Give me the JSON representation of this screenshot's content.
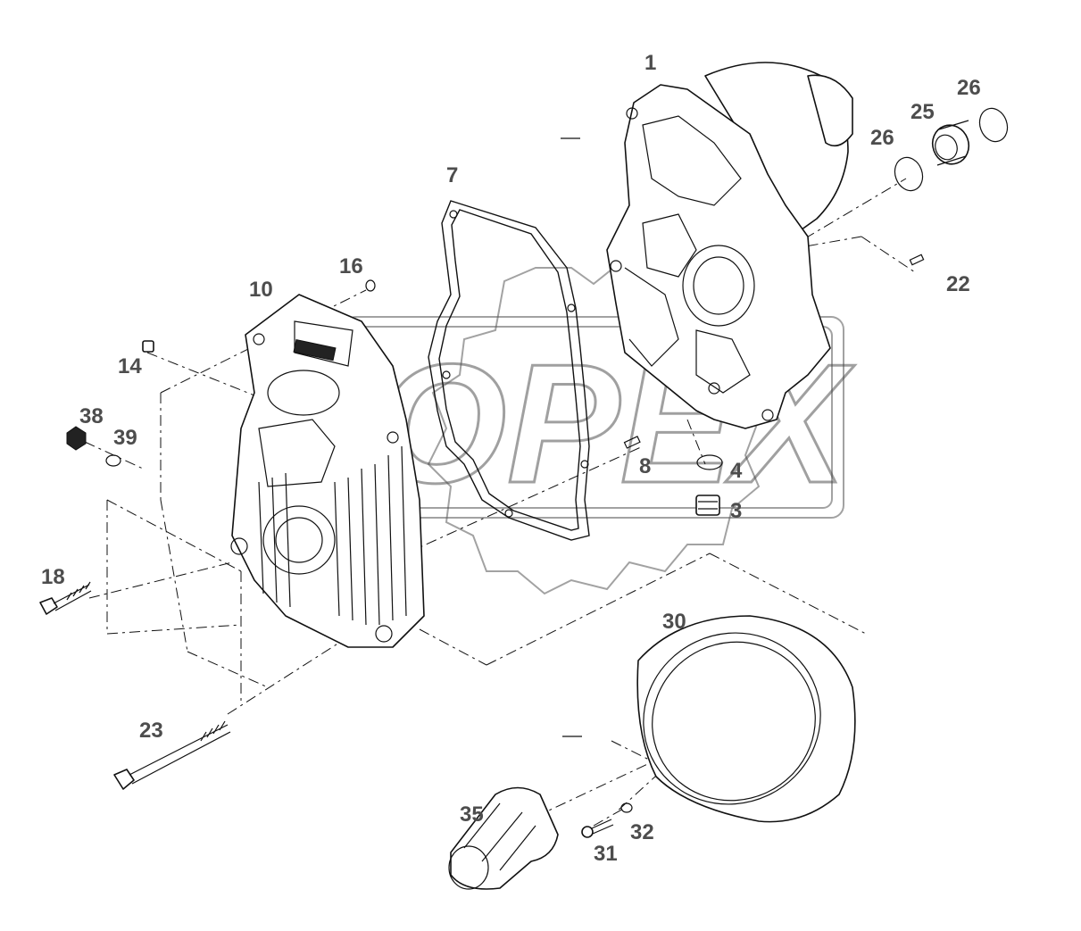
{
  "watermark": {
    "text": "OPEX"
  },
  "callouts": [
    {
      "id": "1",
      "label": "1"
    },
    {
      "id": "3",
      "label": "3"
    },
    {
      "id": "4",
      "label": "4"
    },
    {
      "id": "7",
      "label": "7"
    },
    {
      "id": "8",
      "label": "8"
    },
    {
      "id": "10",
      "label": "10"
    },
    {
      "id": "14",
      "label": "14"
    },
    {
      "id": "16",
      "label": "16"
    },
    {
      "id": "18",
      "label": "18"
    },
    {
      "id": "22",
      "label": "22"
    },
    {
      "id": "23",
      "label": "23"
    },
    {
      "id": "25",
      "label": "25"
    },
    {
      "id": "26a",
      "label": "26"
    },
    {
      "id": "26b",
      "label": "26"
    },
    {
      "id": "30",
      "label": "30"
    },
    {
      "id": "31",
      "label": "31"
    },
    {
      "id": "32",
      "label": "32"
    },
    {
      "id": "35",
      "label": "35"
    },
    {
      "id": "38",
      "label": "38"
    },
    {
      "id": "39",
      "label": "39"
    }
  ]
}
